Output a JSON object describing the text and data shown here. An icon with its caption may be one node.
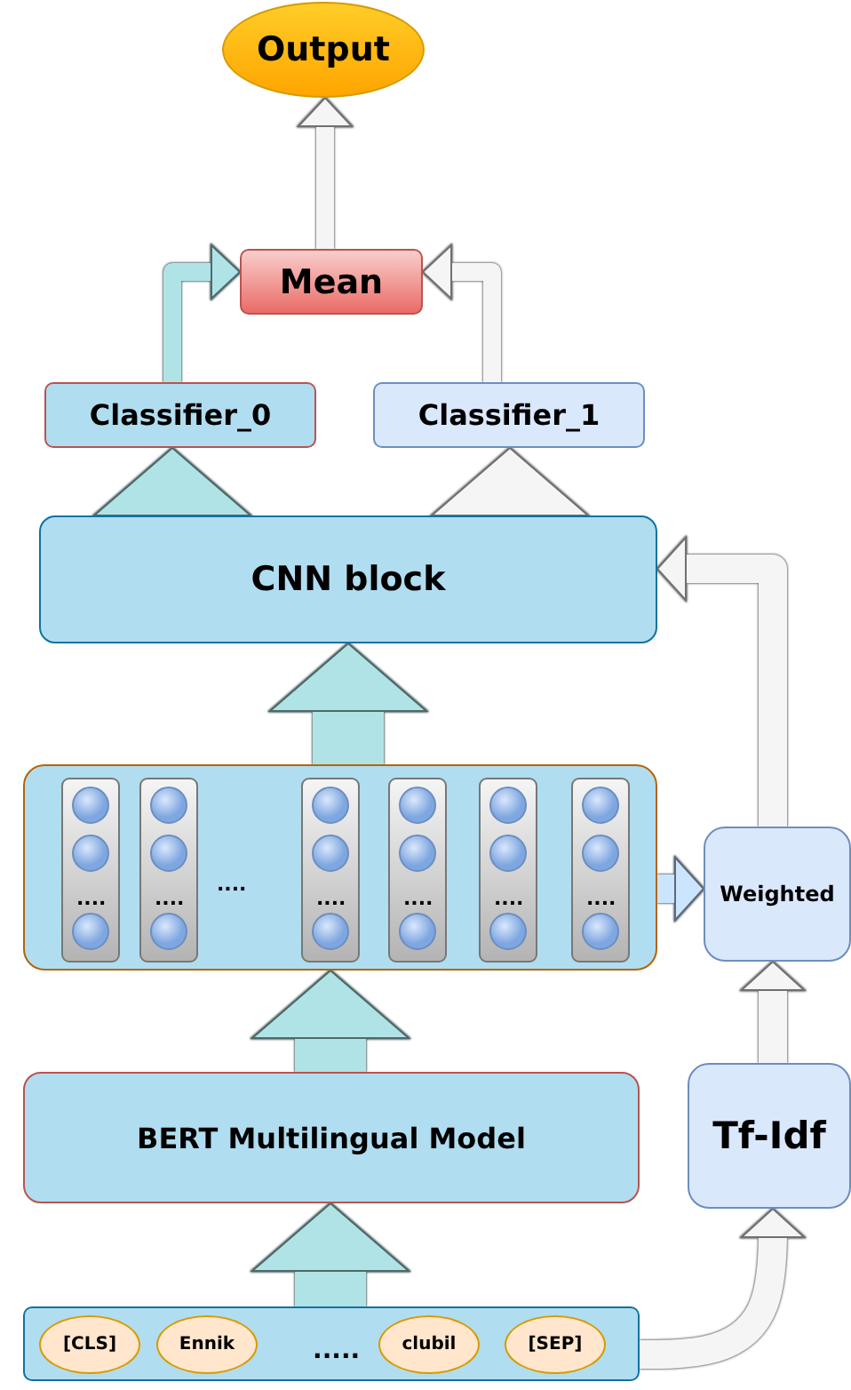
{
  "diagram": {
    "nodes": [
      {
        "text": [
          "Output"
        ]
      },
      {
        "text": [
          "Mean"
        ]
      },
      {
        "text": [
          "Classifier_0"
        ]
      },
      {
        "text": [
          "Classifier_1"
        ]
      },
      {
        "text": [
          "CNN block"
        ]
      },
      {
        "text": [],
        "shape": "box"
      },
      {
        "text": [
          "Weighted"
        ]
      },
      {
        "text": [
          "BERT Multilingual Model"
        ]
      },
      {
        "text": [
          "Tf-Idf"
        ]
      },
      {
        "text": [],
        "shape": "box"
      },
      {
        "text": [
          "[CLS]"
        ],
        "in": 9
      },
      {
        "text": [
          "Ennik"
        ],
        "in": 9
      },
      {
        "text": [
          "clubil"
        ],
        "in": 9
      },
      {
        "text": [
          "[SEP]"
        ],
        "in": 9
      }
    ],
    "edges": [
      {
        "from": 1,
        "to": 0,
        "arrow": "to",
        "color": "#f5f5f5"
      },
      {
        "from": 2,
        "to": 1,
        "arrow": "to",
        "color": "#b0e3e6"
      },
      {
        "from": 3,
        "to": 1,
        "arrow": "to",
        "color": "#f5f5f5"
      },
      {
        "from": 4,
        "to": 2,
        "arrow": "to",
        "color": "#b0e3e6"
      },
      {
        "from": 4,
        "to": 3,
        "arrow": "to",
        "color": "#f5f5f5"
      },
      {
        "from": 5,
        "to": 4,
        "arrow": "to",
        "color": "#b0e3e6"
      },
      {
        "from": 6,
        "to": 4,
        "arrow": "to",
        "color": "#f5f5f5"
      },
      {
        "from": 5,
        "to": 6,
        "arrow": "to",
        "color": "#cce5ff"
      },
      {
        "from": 7,
        "to": 5,
        "arrow": "to",
        "color": "#b0e3e6"
      },
      {
        "from": 8,
        "to": 6,
        "arrow": "to",
        "color": "#f5f5f5"
      },
      {
        "from": 9,
        "to": 7,
        "arrow": "to",
        "color": "#b0e3e6"
      },
      {
        "from": 9,
        "to": 8,
        "arrow": "to",
        "color": "#f5f5f5"
      }
    ],
    "labels": [
      "....",
      "....",
      "....",
      "....",
      "....",
      "....",
      "....",
      "....."
    ]
  }
}
